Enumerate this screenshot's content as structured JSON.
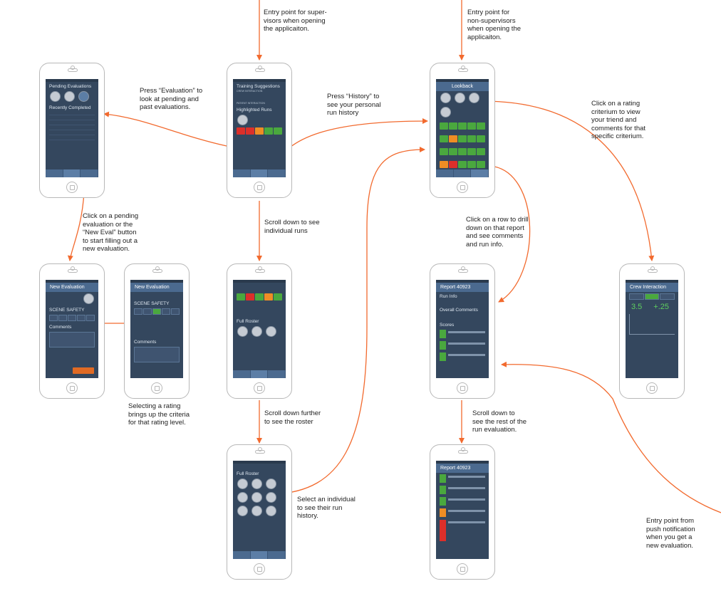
{
  "annotations": {
    "entry_supervisors": "Entry point for super-\nvisors when opening\nthe applicaiton.",
    "entry_non_supervisors": "Entry point for\nnon-supervisors\nwhen opening the\napplicaiton.",
    "press_evaluation": "Press “Evaluation” to\nlook at pending and\npast evaluations.",
    "press_history": "Press “History” to\nsee your personal\nrun history",
    "click_rating_criterium": "Click on a rating\ncriterium to view\nyour triend and\ncomments for that\nspecific criterium.",
    "click_pending": "Click on a pending\nevaluation or the\n“New Eval” button\nto start filling out a\nnew evaluation.",
    "scroll_individual_runs": "Scroll down to see\nindividual runs",
    "click_row_drill": "Click on a row to drill\ndown on that report\nand see comments\nand run info.",
    "selecting_rating": "Selecting a rating\nbrings up the criteria\nfor that rating level.",
    "scroll_roster": "Scroll down further\nto see the roster",
    "scroll_rest": "Scroll down to\nsee the rest of the\nrun evaluation.",
    "select_individual": "Select an individual\nto see their run\nhistory.",
    "entry_push": "Entry point from\npush notification\nwhen you get a\nnew evaluation."
  },
  "screens": {
    "evaluations": {
      "title": "Pending Evaluations",
      "section": "Recently Completed"
    },
    "training": {
      "title": "Training Suggestions",
      "item1": "CREW INTERACTION",
      "item2": "PATIENT INTERACTION",
      "section": "Highlighted Runs"
    },
    "lookback": {
      "title": "Lookback"
    },
    "new_eval_1": {
      "title": "New Evaluation",
      "section": "SCENE SAFETY",
      "comments": "Comments"
    },
    "new_eval_2": {
      "title": "New Evaluation",
      "section": "SCENE SAFETY",
      "comments": "Comments"
    },
    "runs": {
      "section": "Full Roster"
    },
    "report_1": {
      "title": "Report 40923",
      "run_info": "Run Info",
      "overall": "Overall Comments",
      "scores": "Scores"
    },
    "crew_interaction": {
      "title": "Crew Interaction",
      "value_avg": "3.5",
      "value_delta": "+.25"
    },
    "roster": {
      "section": "Full Roster"
    },
    "report_2": {
      "title": "Report 40923"
    }
  },
  "colors": {
    "arrow": "#f26a2e",
    "screen_bg": "#34475e",
    "header": "#4b6a8f",
    "green": "#4aa83e",
    "red": "#dc2f2a",
    "orange": "#ef8d24"
  }
}
